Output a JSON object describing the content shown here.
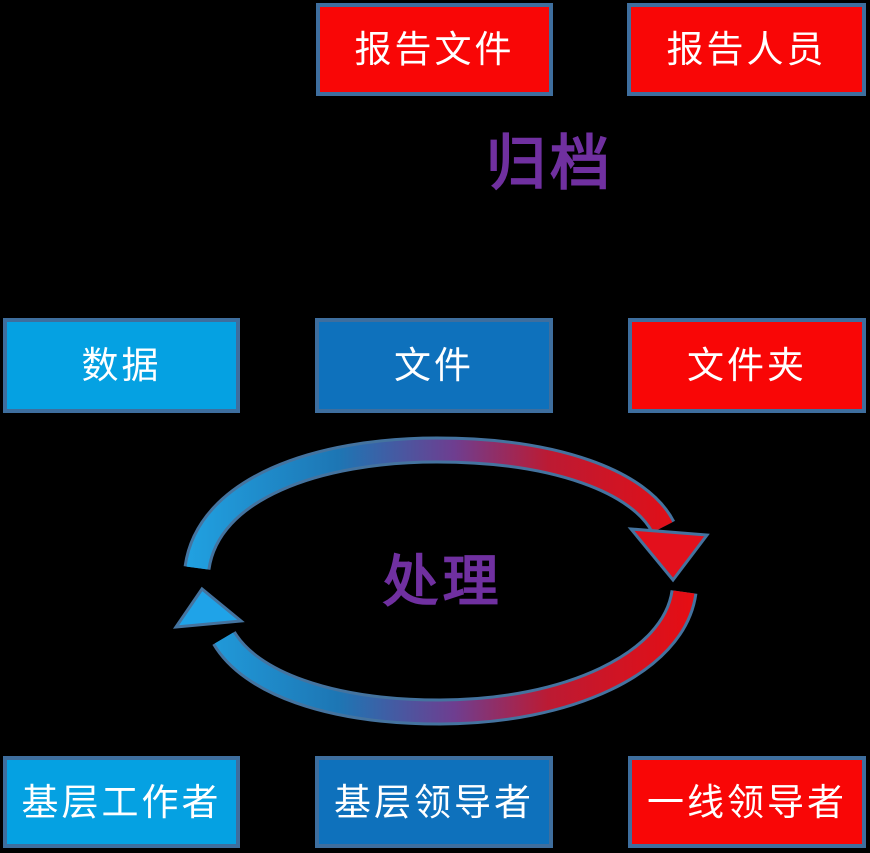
{
  "page": {
    "background": "#000000"
  },
  "colors": {
    "red_fill": "#F90606",
    "light_blue_fill": "#05A1E2",
    "medium_blue_fill": "#0E71BC",
    "box_border": "#3E6E9E",
    "box_text": "#FFFFFF",
    "purple_label": "#7030A0",
    "arrow_outline": "#44739F",
    "arrow_gradient_blue": "#21A3E3",
    "arrow_gradient_red": "#EA0C10"
  },
  "labels": {
    "archive": "归档",
    "process": "处理"
  },
  "rows": {
    "top": [
      {
        "id": "report-file",
        "label": "报告文件",
        "fill": "#F90606"
      },
      {
        "id": "report-personnel",
        "label": "报告人员",
        "fill": "#F90606"
      }
    ],
    "middle": [
      {
        "id": "data",
        "label": "数据",
        "fill": "#05A1E2"
      },
      {
        "id": "file",
        "label": "文件",
        "fill": "#0E71BC"
      },
      {
        "id": "folder",
        "label": "文件夹",
        "fill": "#F90606"
      }
    ],
    "bottom": [
      {
        "id": "grassroots-worker",
        "label": "基层工作者",
        "fill": "#05A1E2"
      },
      {
        "id": "grassroots-leader",
        "label": "基层领导者",
        "fill": "#0E71BC"
      },
      {
        "id": "frontline-leader",
        "label": "一线领导者",
        "fill": "#F90606"
      }
    ]
  }
}
